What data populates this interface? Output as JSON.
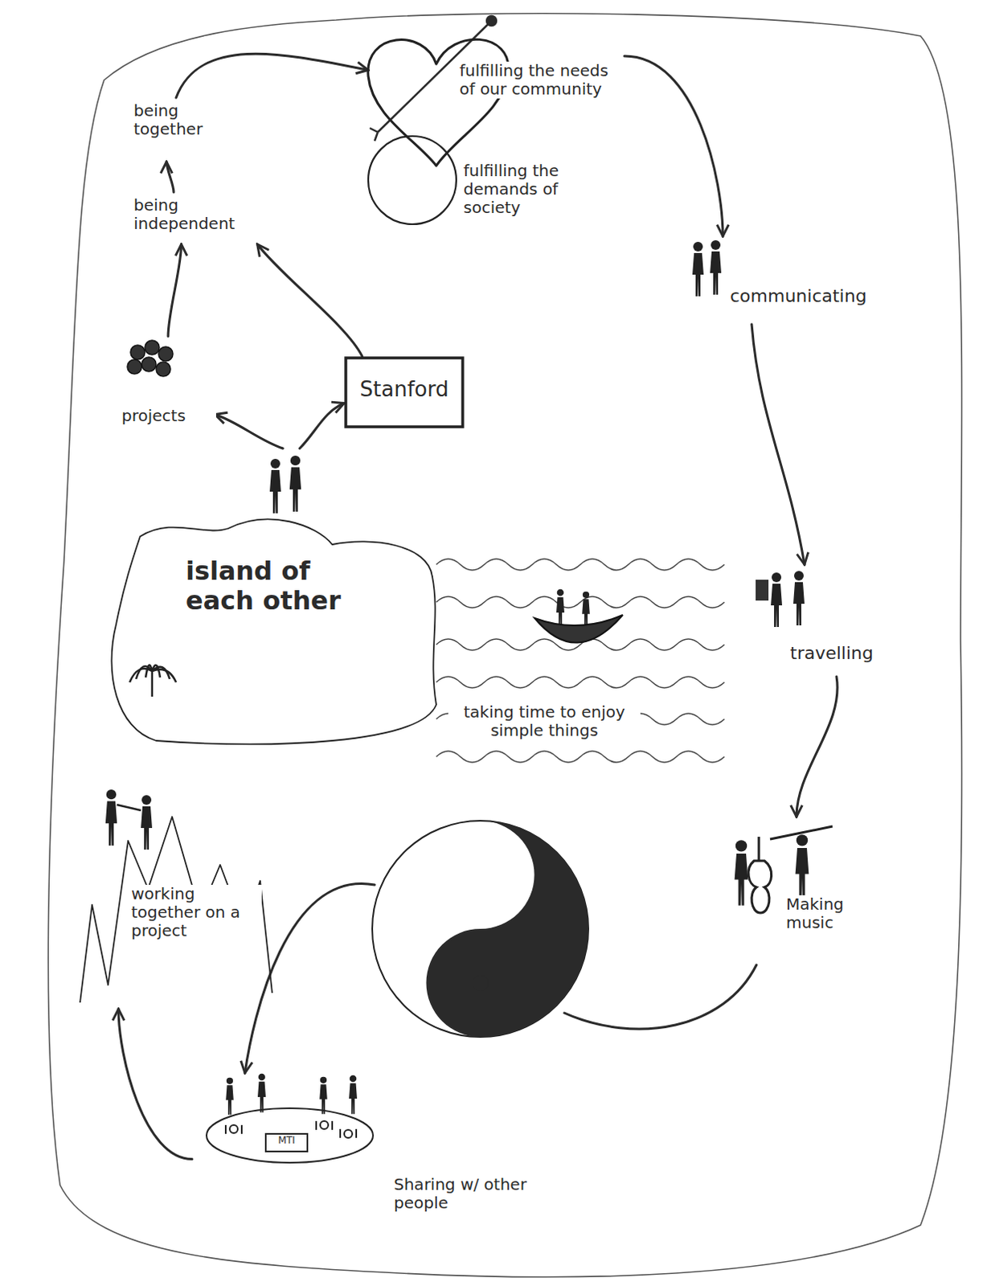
{
  "diagram": {
    "nodes": [
      {
        "text": [
          "fulfilling the needs of our community"
        ]
      },
      {
        "text": [
          "being together"
        ]
      },
      {
        "text": [
          "fulfilling the demands of society"
        ]
      },
      {
        "text": [
          "being independent"
        ]
      },
      {
        "text": [
          "communicating"
        ]
      },
      {
        "text": [
          "projects"
        ]
      },
      {
        "text": [
          "Stanford"
        ]
      },
      {
        "text": [
          "island of each other"
        ]
      },
      {
        "text": [
          "travelling"
        ]
      },
      {
        "text": [
          "working together on a project"
        ]
      },
      {
        "text": [
          "Making music"
        ]
      },
      {
        "text": [
          "Sharing w/ other people"
        ]
      }
    ],
    "edges": [
      {
        "from": 1,
        "to": 0,
        "arrow": "to"
      },
      {
        "from": 0,
        "to": 4,
        "arrow": "to"
      },
      {
        "from": 4,
        "to": 8,
        "arrow": "to"
      },
      {
        "from": 8,
        "to": 10,
        "arrow": "to"
      },
      {
        "from": 10,
        "to": 11,
        "arrow": "to"
      },
      {
        "from": 11,
        "to": 9,
        "arrow": "to"
      },
      {
        "from": 7,
        "to": 5,
        "arrow": "to"
      },
      {
        "from": 7,
        "to": 6,
        "arrow": "to"
      },
      {
        "from": 5,
        "to": 3,
        "arrow": "to"
      },
      {
        "from": 6,
        "to": 3,
        "arrow": "to"
      },
      {
        "from": 3,
        "to": 1,
        "arrow": "to"
      }
    ],
    "labels": [
      "taking time to enjoy simple things",
      "MTI"
    ]
  }
}
